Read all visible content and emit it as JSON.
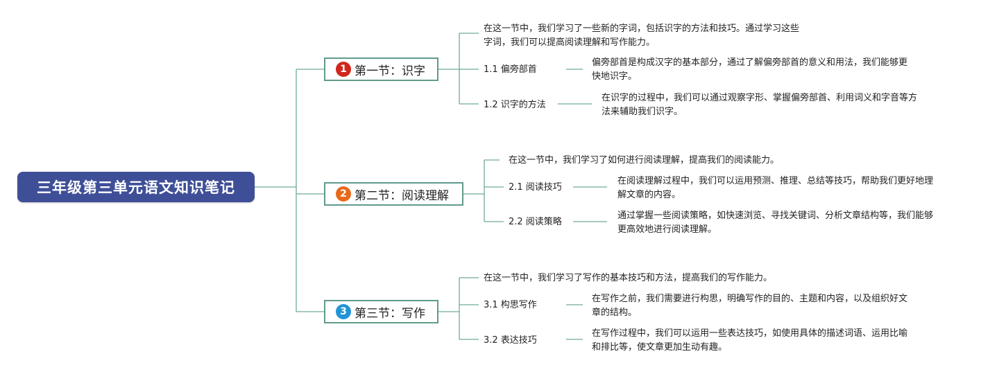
{
  "root": {
    "title": "三年级第三单元语文知识笔记"
  },
  "sections": [
    {
      "number": "1",
      "badge_color": "#d0271d",
      "title": "第一节：识字",
      "intro_lines": [
        "在这一节中，我们学习了一些新的字词，包括识字的方法和技巧。通过学习这些",
        "字词，我们可以提高阅读理解和写作能力。"
      ],
      "subs": [
        {
          "label": "1.1 偏旁部首",
          "detail_lines": [
            "偏旁部首是构成汉字的基本部分，通过了解偏旁部首的意义和用法，我们能够更",
            "快地识字。"
          ]
        },
        {
          "label": "1.2 识字的方法",
          "detail_lines": [
            "在识字的过程中，我们可以通过观察字形、掌握偏旁部首、利用词义和字音等方",
            "法来辅助我们识字。"
          ]
        }
      ]
    },
    {
      "number": "2",
      "badge_color": "#e8691c",
      "title": "第二节：阅读理解",
      "intro_lines": [
        "在这一节中，我们学习了如何进行阅读理解，提高我们的阅读能力。"
      ],
      "subs": [
        {
          "label": "2.1 阅读技巧",
          "detail_lines": [
            "在阅读理解过程中，我们可以运用预测、推理、总结等技巧，帮助我们更好地理",
            "解文章的内容。"
          ]
        },
        {
          "label": "2.2 阅读策略",
          "detail_lines": [
            "通过掌握一些阅读策略，如快速浏览、寻找关键词、分析文章结构等，我们能够",
            "更高效地进行阅读理解。"
          ]
        }
      ]
    },
    {
      "number": "3",
      "badge_color": "#2294d6",
      "title": "第三节：写作",
      "intro_lines": [
        "在这一节中，我们学习了写作的基本技巧和方法，提高我们的写作能力。"
      ],
      "subs": [
        {
          "label": "3.1 构思写作",
          "detail_lines": [
            "在写作之前，我们需要进行构思，明确写作的目的、主题和内容，以及组织好文",
            "章的结构。"
          ]
        },
        {
          "label": "3.2 表达技巧",
          "detail_lines": [
            "在写作过程中，我们可以运用一些表达技巧，如使用具体的描述词语、运用比喻",
            "和排比等，使文章更加生动有趣。"
          ]
        }
      ]
    }
  ]
}
